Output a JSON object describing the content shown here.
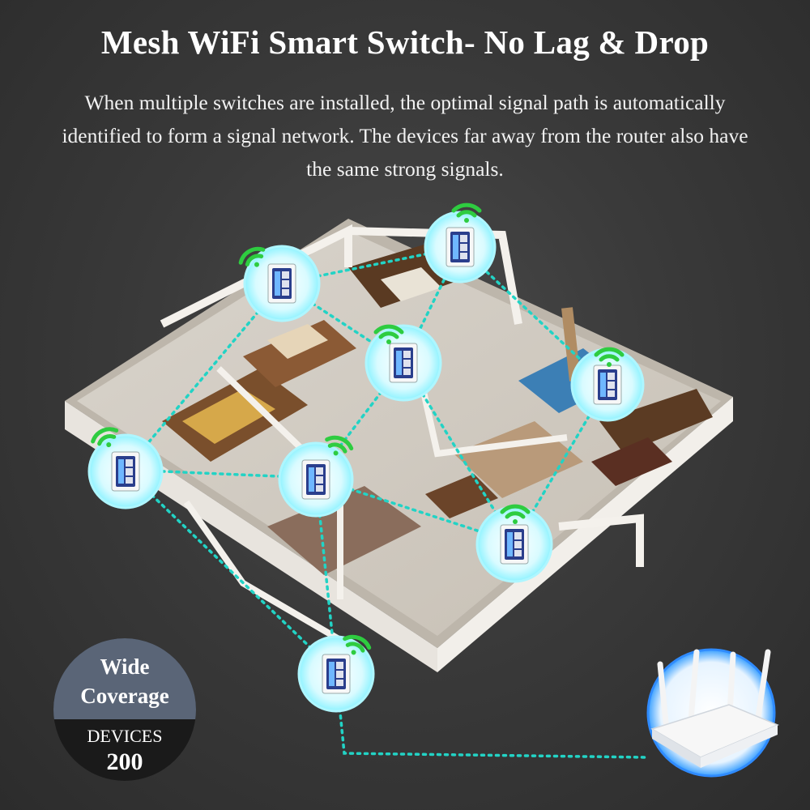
{
  "header": {
    "title": "Mesh WiFi Smart Switch- No Lag & Drop",
    "description": "When multiple switches are installed, the optimal signal path is automatically identified to form a signal network. The devices far away from the router also have the same strong signals."
  },
  "badge": {
    "line1": "Wide",
    "line2": "Coverage",
    "devices_label": "DEVICES",
    "devices_count": "200"
  },
  "colors": {
    "wifi_signal": "#2ecc40",
    "mesh_link": "#22d3c5",
    "node_glow": "#8ff3ff",
    "badge_top": "#5a6577"
  },
  "icons": [
    "wifi-signal-icon",
    "smart-switch-icon",
    "router-icon"
  ]
}
